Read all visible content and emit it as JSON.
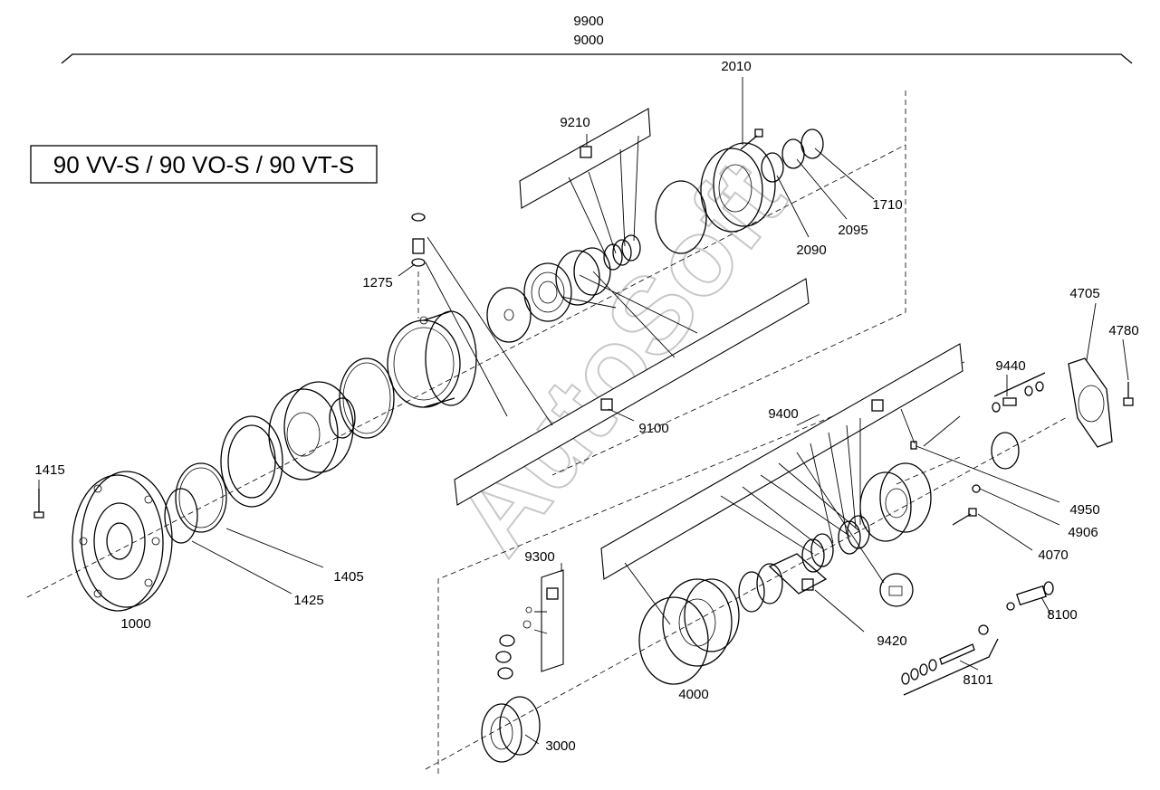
{
  "diagram": {
    "model_title": "90 VV-S / 90 VO-S / 90 VT-S",
    "assembly_top": "9900",
    "assembly_sub": "9000",
    "watermark": "AutoSoft",
    "part_numbers": {
      "p2010": "2010",
      "p9210": "9210",
      "p1710": "1710",
      "p2095": "2095",
      "p2090": "2090",
      "p1275": "1275",
      "p4705": "4705",
      "p4780": "4780",
      "p9440": "9440",
      "p9400": "9400",
      "p9100": "9100",
      "p4950": "4950",
      "p4906": "4906",
      "p4070": "4070",
      "p1415": "1415",
      "p1405": "1405",
      "p1425": "1425",
      "p1000": "1000",
      "p9300": "9300",
      "p9420": "9420",
      "p8100": "8100",
      "p8101": "8101",
      "p4000": "4000",
      "p3000": "3000"
    }
  }
}
